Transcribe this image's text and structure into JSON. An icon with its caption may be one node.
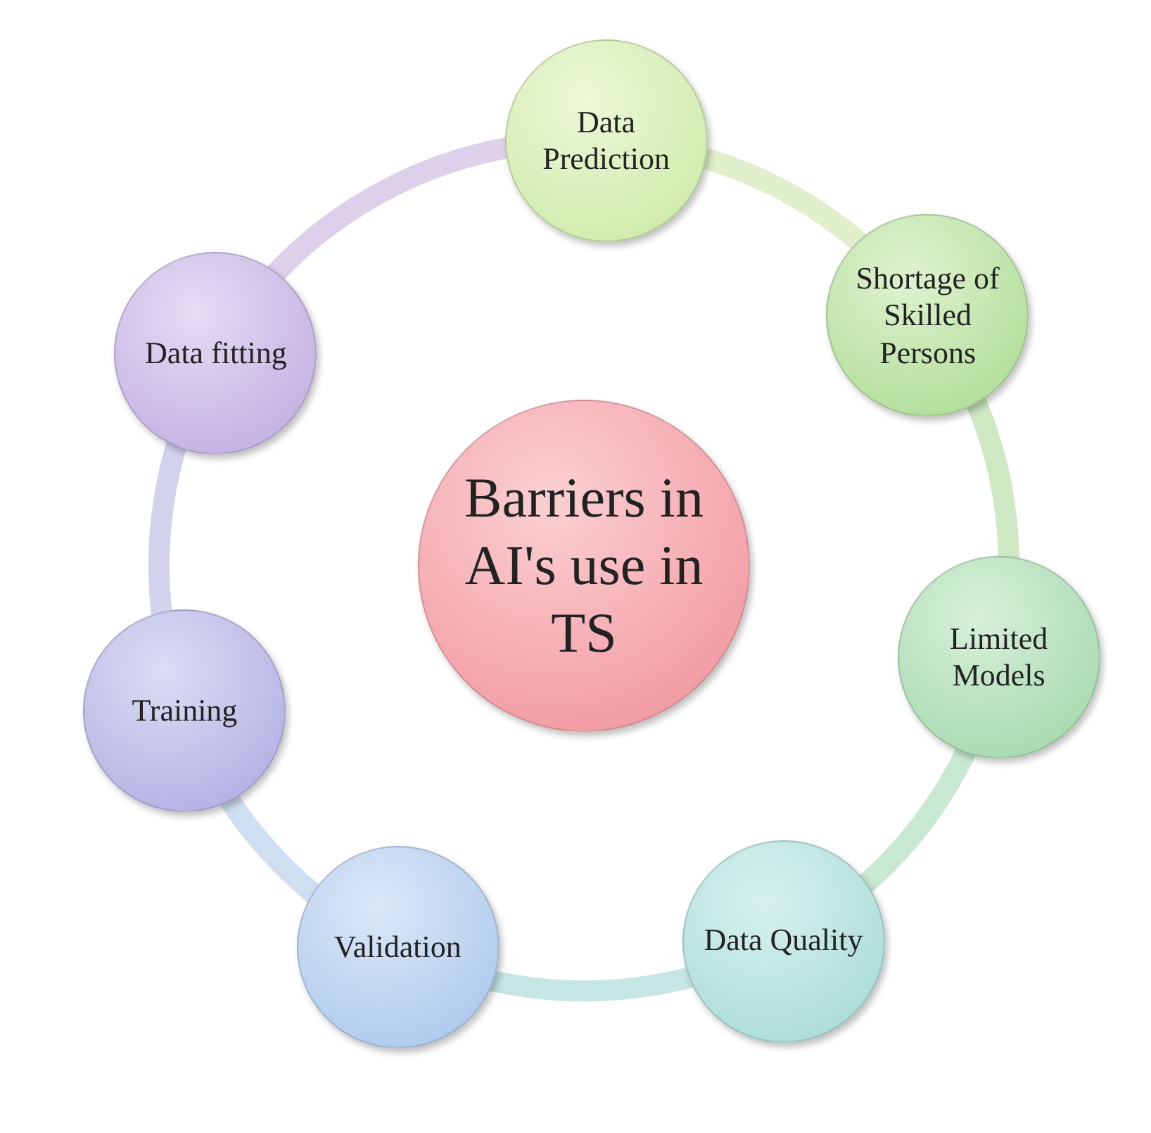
{
  "diagram": {
    "nodes": [
      {
        "text": [
          "Barriers in AI's use in TS"
        ]
      },
      {
        "text": [
          "Data Prediction"
        ]
      },
      {
        "text": [
          "Shortage of Skilled Persons"
        ]
      },
      {
        "text": [
          "Limited Models"
        ]
      },
      {
        "text": [
          "Data Quality"
        ]
      },
      {
        "text": [
          "Validation"
        ]
      },
      {
        "text": [
          "Training"
        ]
      },
      {
        "text": [
          "Data fitting"
        ]
      }
    ],
    "edges": [
      {
        "from": 1,
        "to": 2,
        "arrow": "none",
        "color": "#e2efcc"
      },
      {
        "from": 2,
        "to": 3,
        "arrow": "none",
        "color": "#cde8c3"
      },
      {
        "from": 3,
        "to": 4,
        "arrow": "none",
        "color": "#c8e8d2"
      },
      {
        "from": 4,
        "to": 5,
        "arrow": "none",
        "color": "#c6e6e3"
      },
      {
        "from": 5,
        "to": 6,
        "arrow": "none",
        "color": "#cddff0"
      },
      {
        "from": 6,
        "to": 7,
        "arrow": "none",
        "color": "#d2d2ec"
      },
      {
        "from": 7,
        "to": 1,
        "arrow": "none",
        "color": "#dcd0ea"
      }
    ]
  }
}
